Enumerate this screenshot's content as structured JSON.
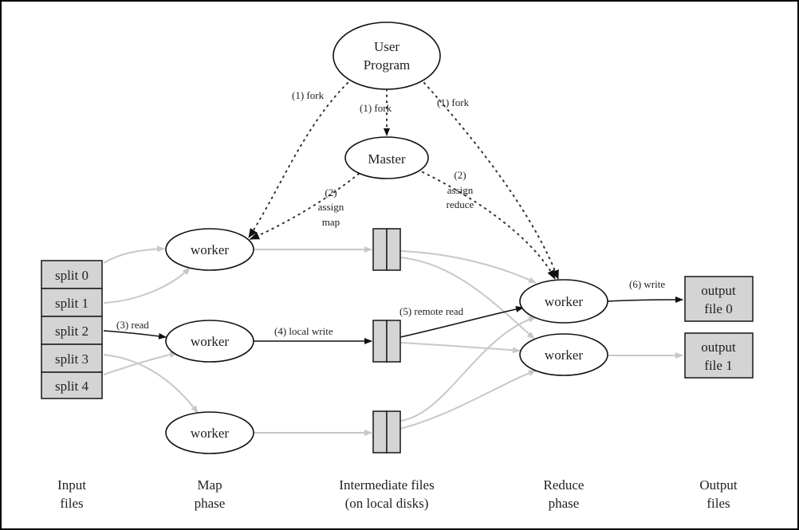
{
  "title": "MapReduce execution overview",
  "nodes": {
    "user_program": {
      "line1": "User",
      "line2": "Program"
    },
    "master": "Master",
    "map_workers": [
      "worker",
      "worker",
      "worker"
    ],
    "reduce_workers": [
      "worker",
      "worker"
    ],
    "splits": [
      "split 0",
      "split 1",
      "split 2",
      "split 3",
      "split 4"
    ],
    "outputs": [
      {
        "line1": "output",
        "line2": "file 0"
      },
      {
        "line1": "output",
        "line2": "file 1"
      }
    ]
  },
  "edge_labels": {
    "fork_left": "(1) fork",
    "fork_center": "(1) fork",
    "fork_right": "(1) fork",
    "assign_map": {
      "line1": "(2)",
      "line2": "assign",
      "line3": "map"
    },
    "assign_reduce": {
      "line1": "(2)",
      "line2": "assign",
      "line3": "reduce"
    },
    "read": "(3) read",
    "local_write": "(4) local write",
    "remote_read": "(5) remote read",
    "write": "(6) write"
  },
  "columns": [
    {
      "line1": "Input",
      "line2": "files"
    },
    {
      "line1": "Map",
      "line2": "phase"
    },
    {
      "line1": "Intermediate files",
      "line2": "(on local disks)"
    },
    {
      "line1": "Reduce",
      "line2": "phase"
    },
    {
      "line1": "Output",
      "line2": "files"
    }
  ],
  "colors": {
    "box_fill": "#d4d4d4",
    "inactive_edge": "#c8c8c8",
    "active_edge": "#111111",
    "border": "#000000"
  }
}
